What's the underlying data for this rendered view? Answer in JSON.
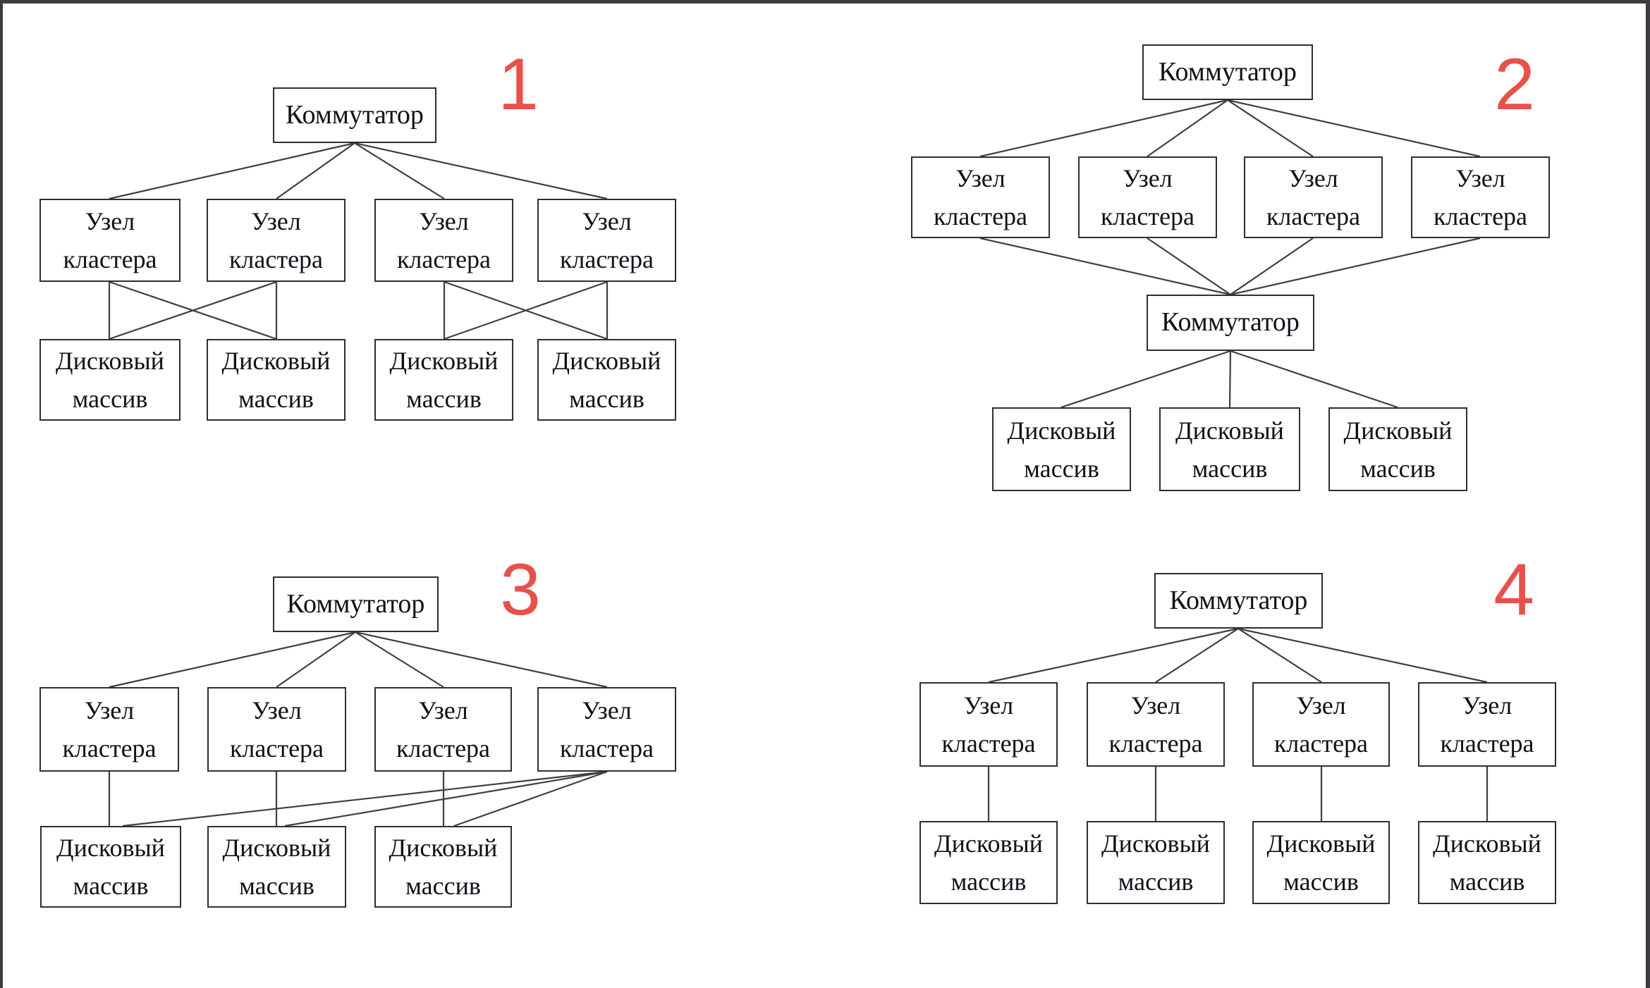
{
  "page": {
    "background": "#ffffff",
    "frame_color": "#3b3d40"
  },
  "palette": {
    "box_border": "#2f2f2f",
    "line": "#3f3f3f",
    "text": "#101019",
    "number": "#e8514a",
    "frame": "#3b3d40",
    "bg": "#ffffff"
  },
  "labels": {
    "switch": "Коммутатор",
    "cluster_node": "Узел кластера",
    "disk_array": "Дисковый массив"
  },
  "diagrams": [
    {
      "number": "1",
      "switch": "Коммутатор",
      "nodes": [
        "Узел кластера",
        "Узел кластера",
        "Узел кластера",
        "Узел кластера"
      ],
      "disks": [
        "Дисковый массив",
        "Дисковый массив",
        "Дисковый массив",
        "Дисковый массив"
      ],
      "topology": "switch to 4 nodes; node pairs cross-connected to disk pairs"
    },
    {
      "number": "2",
      "switch_top": "Коммутатор",
      "switch_bottom": "Коммутатор",
      "nodes": [
        "Узел кластера",
        "Узел кластера",
        "Узел кластера",
        "Узел кластера"
      ],
      "disks": [
        "Дисковый массив",
        "Дисковый массив",
        "Дисковый массив"
      ],
      "topology": "top switch to 4 nodes; 4 nodes to bottom switch; bottom switch to 3 disks"
    },
    {
      "number": "3",
      "switch": "Коммутатор",
      "nodes": [
        "Узел кластера",
        "Узел кластера",
        "Узел кластера",
        "Узел кластера"
      ],
      "disks": [
        "Дисковый массив",
        "Дисковый массив",
        "Дисковый массив"
      ],
      "topology": "switch to 4 nodes; nodes 1-3 straight to disks 1-3; node 4 fans to all 3 disks"
    },
    {
      "number": "4",
      "switch": "Коммутатор",
      "nodes": [
        "Узел кластера",
        "Узел кластера",
        "Узел кластера",
        "Узел кластера"
      ],
      "disks": [
        "Дисковый массив",
        "Дисковый массив",
        "Дисковый массив",
        "Дисковый массив"
      ],
      "topology": "switch to 4 nodes; each node straight down to its own disk"
    }
  ]
}
